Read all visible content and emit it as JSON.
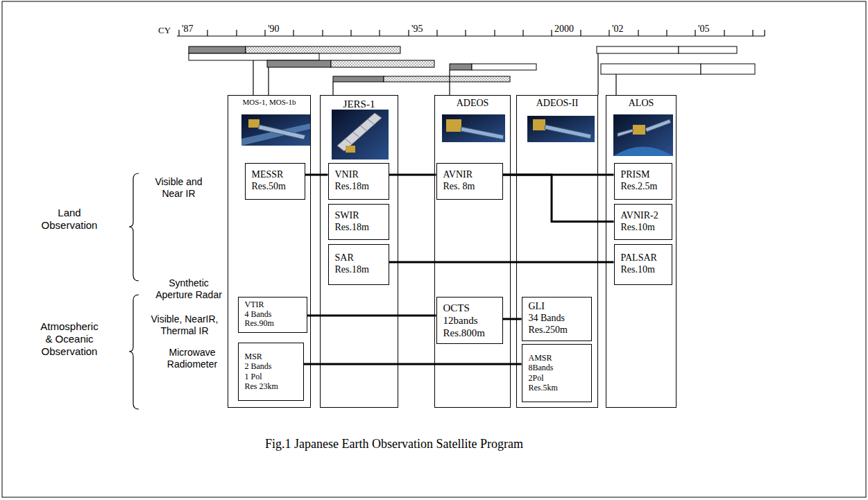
{
  "diagram": {
    "caption": "Fig.1 Japanese Earth Observation Satellite Program",
    "nodes": [
      {
        "text": [
          "MOS-1, MOS-1b"
        ]
      },
      {
        "text": [
          "MESSR",
          "Res.50m"
        ],
        "in": 0
      },
      {
        "text": [
          "VTIR",
          "4 Bands",
          "Res.90m"
        ],
        "in": 0
      },
      {
        "text": [
          "MSR",
          "2 Bands",
          "1 Pol",
          "Res 23km"
        ],
        "in": 0
      },
      {
        "text": [
          "JERS-1"
        ]
      },
      {
        "text": [
          "VNIR",
          "Res.18m"
        ],
        "in": 4
      },
      {
        "text": [
          "SWIR",
          "Res.18m"
        ],
        "in": 4
      },
      {
        "text": [
          "SAR",
          "Res.18m"
        ],
        "in": 4
      },
      {
        "text": [
          "ADEOS"
        ]
      },
      {
        "text": [
          "AVNIR",
          "Res. 8m"
        ],
        "in": 8
      },
      {
        "text": [
          "OCTS",
          "12bands",
          "Res.800m"
        ],
        "in": 8
      },
      {
        "text": [
          "ADEOS-II"
        ]
      },
      {
        "text": [
          "GLI",
          "34 Bands",
          "Res.250m"
        ],
        "in": 11
      },
      {
        "text": [
          "AMSR",
          "8Bands",
          "2Pol",
          "Res.5km"
        ],
        "in": 11
      },
      {
        "text": [
          "ALOS"
        ]
      },
      {
        "text": [
          "PRISM",
          "Res.2.5m"
        ],
        "in": 14
      },
      {
        "text": [
          "AVNIR-2",
          "Res.10m"
        ],
        "in": 14
      },
      {
        "text": [
          "PALSAR",
          "Res.10m"
        ],
        "in": 14
      }
    ],
    "edges": [
      {
        "from": 1,
        "to": 5,
        "arrow": "none"
      },
      {
        "from": 5,
        "to": 9,
        "arrow": "none"
      },
      {
        "from": 9,
        "to": 15,
        "arrow": "none"
      },
      {
        "from": 9,
        "to": 16,
        "arrow": "none"
      },
      {
        "from": 7,
        "to": 17,
        "arrow": "none"
      },
      {
        "from": 2,
        "to": 10,
        "arrow": "none"
      },
      {
        "from": 10,
        "to": 12,
        "arrow": "none"
      },
      {
        "from": 3,
        "to": 13,
        "arrow": "none"
      }
    ],
    "labels": [
      "CY",
      "'87",
      "'90",
      "'95",
      "2000",
      "'02",
      "'05",
      "Land Observation",
      "Visible and Near IR",
      "Synthetic Aperture Radar",
      "Atmospheric & Oceanic Observation",
      "Visible, NearIR, Thermal IR",
      "Microwave Radiometer"
    ]
  }
}
